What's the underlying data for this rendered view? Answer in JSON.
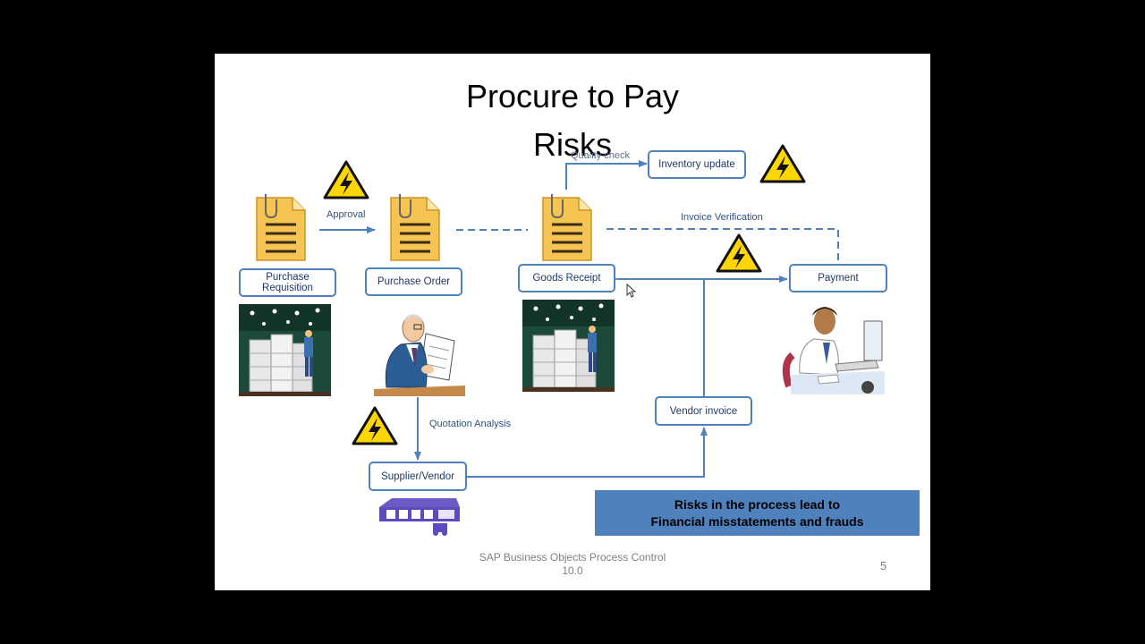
{
  "slide": {
    "title_line1": "Procure to Pay",
    "title_line2": "Risks",
    "page_number": "5",
    "footer_line1": "SAP Business  Objects Process Control",
    "footer_line2": "10.0"
  },
  "nodes": {
    "purchase_requisition": "Purchase Requisition",
    "purchase_order": "Purchase Order",
    "goods_receipt": "Goods Receipt",
    "inventory_update": "Inventory update",
    "payment": "Payment",
    "vendor_invoice": "Vendor invoice",
    "supplier_vendor": "Supplier/Vendor"
  },
  "edges": {
    "approval": "Approval",
    "quality_check": "Quality check",
    "invoice_verification": "Invoice Verification",
    "quotation_analysis": "Quotation Analysis"
  },
  "callout": {
    "line1": "Risks in the process lead to",
    "line2": "Financial misstatements and frauds"
  },
  "icons": [
    "document-icon",
    "warning-icon",
    "warehouse-icon",
    "businessman-icon",
    "office-worker-icon",
    "supplier-building-icon"
  ],
  "colors": {
    "connector": "#4f81bd",
    "node_border": "#4f81bd",
    "callout_bg": "#4f81bd",
    "warning_yellow": "#ffd700",
    "document_yellow": "#f9d56e"
  }
}
